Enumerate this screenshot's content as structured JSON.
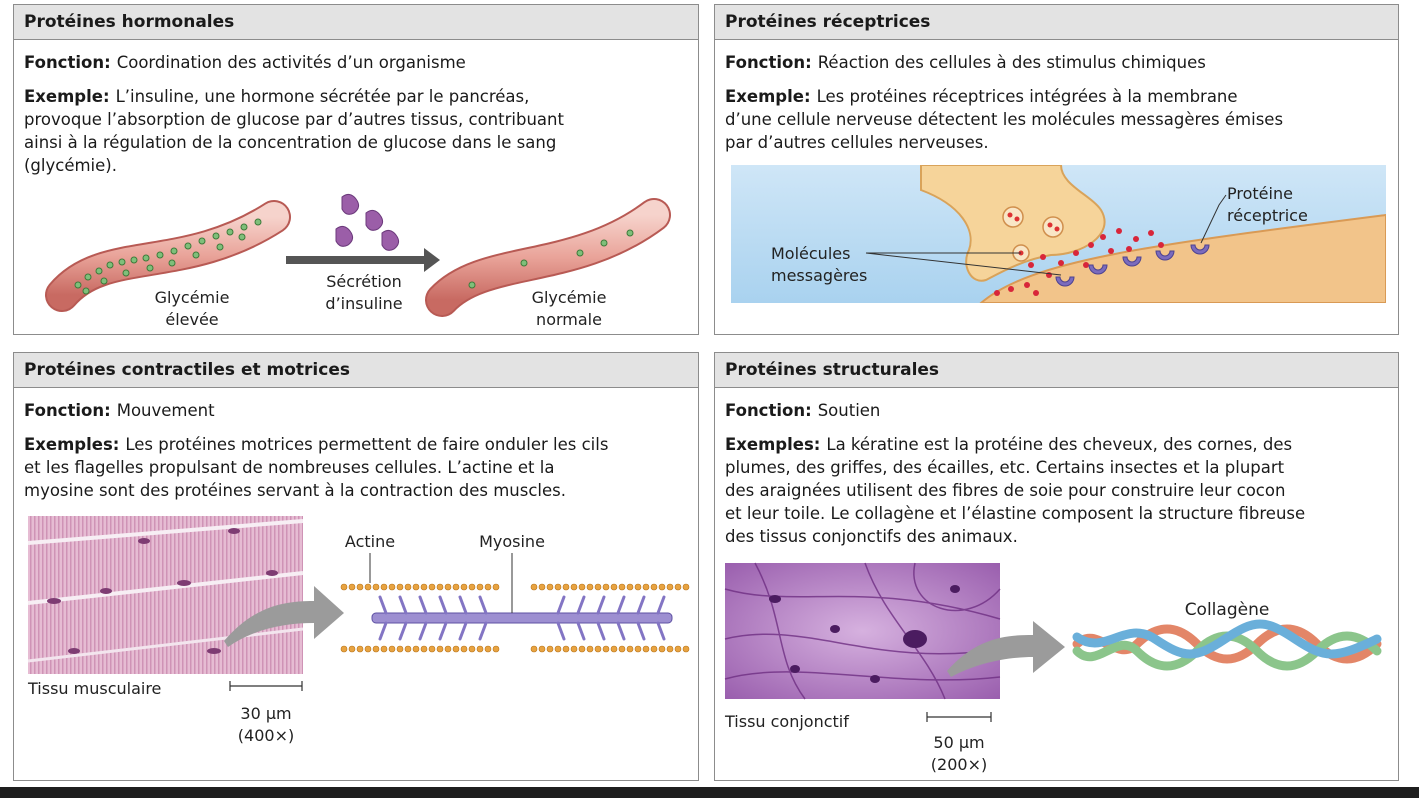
{
  "panels": {
    "hormonal": {
      "title": "Protéines hormonales",
      "fonction_label": "Fonction:",
      "fonction_text": "Coordination des activités d’un organisme",
      "exemple_label": "Exemple:",
      "exemple_lines": [
        "L’insuline, une hormone sécrétée par le pancréas,",
        "provoque l’absorption de glucose par d’autres tissus, contribuant",
        "ainsi à la régulation de la concentration de glucose dans le sang",
        "(glycémie)."
      ],
      "fig": {
        "high_1": "Glycémie",
        "high_2": "élevée",
        "arrow_1": "Sécrétion",
        "arrow_2": "d’insuline",
        "normal_1": "Glycémie",
        "normal_2": "normale"
      }
    },
    "receptor": {
      "title": "Protéines réceptrices",
      "fonction_label": "Fonction:",
      "fonction_text": "Réaction des cellules à des stimulus chimiques",
      "exemple_label": "Exemple:",
      "exemple_lines": [
        "Les protéines réceptrices intégrées à la membrane",
        "d’une cellule nerveuse détectent les molécules messagères émises",
        "par d’autres cellules nerveuses."
      ],
      "fig": {
        "receptor_1": "Protéine",
        "receptor_2": "réceptrice",
        "messenger_1": "Molécules",
        "messenger_2": "messagères"
      }
    },
    "contractile": {
      "title": "Protéines contractiles et motrices",
      "fonction_label": "Fonction:",
      "fonction_text": "Mouvement",
      "exemple_label": "Exemples:",
      "exemple_lines": [
        "Les protéines motrices permettent de faire onduler les cils",
        "et les flagelles propulsant de nombreuses cellules. L’actine et la",
        "myosine sont des protéines servant à la contraction des muscles."
      ],
      "fig": {
        "tissue": "Tissu musculaire",
        "scale_1": "30 μm",
        "scale_2": "(400×)",
        "actin": "Actine",
        "myosin": "Myosine"
      }
    },
    "structural": {
      "title": "Protéines structurales",
      "fonction_label": "Fonction:",
      "fonction_text": "Soutien",
      "exemple_label": "Exemples:",
      "exemple_lines": [
        "La kératine est la protéine des cheveux, des cornes, des",
        "plumes, des griffes, des écailles, etc. Certains insectes et la plupart",
        "des araignées utilisent des fibres de soie pour construire leur cocon",
        "et leur toile. Le collagène et l’élastine composent la structure fibreuse",
        "des tissus conjonctifs des animaux."
      ],
      "fig": {
        "tissue": "Tissu conjonctif",
        "scale_1": "50 μm",
        "scale_2": "(200×)",
        "collagen": "Collagène"
      }
    }
  }
}
